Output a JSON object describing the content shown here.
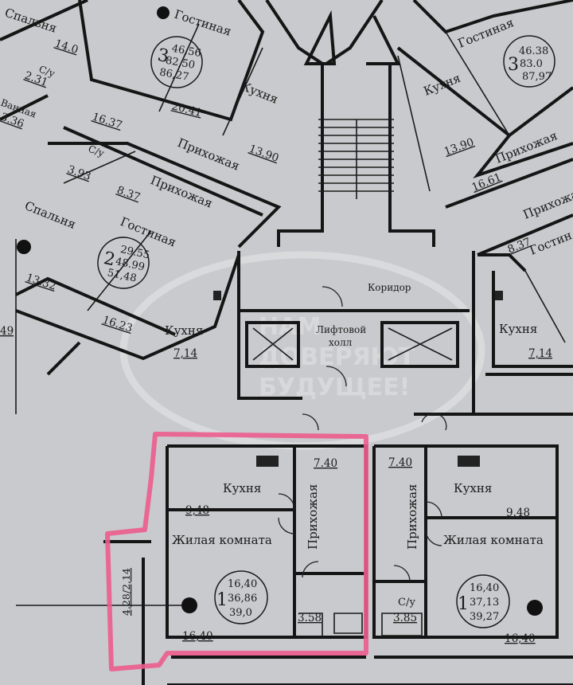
{
  "watermark": {
    "lines": [
      "НАМ",
      "ДОВЕРЯЮТ",
      "БУДУЩЕЕ!"
    ]
  },
  "colors": {
    "background": "#c9cacd",
    "walls": "#151515",
    "highlight": "#ec5c8d"
  },
  "common": {
    "corridor": "Коридор",
    "lift_hall_1": "Лифтовой",
    "lift_hall_2": "холл"
  },
  "apt_top_left_3": {
    "rooms": "3",
    "living": "46,56",
    "total": "82,50",
    "total_with_balcony": "86,27",
    "bedroom": "Спальня",
    "bedroom_area": "14.0",
    "wc": "С/у",
    "wc_area": "2.31",
    "bath": "Ванная",
    "bath_area": "3.36",
    "living_room": "Гостиная",
    "living_room_area": "20.41",
    "kitchen": "Кухня",
    "kitchen_area": "13.90",
    "hall": "Прихожая",
    "hall_area": "16.37"
  },
  "apt_top_right_3": {
    "rooms": "3",
    "living": "46.38",
    "total": "83.0",
    "total_with_balcony": "87,97",
    "living_room": "Гостиная",
    "kitchen": "Кухня",
    "kitchen_area": "13.90",
    "hall": "Прихожая",
    "hall_area": "16.61"
  },
  "apt_left_2": {
    "rooms": "2",
    "living": "29.55",
    "total": "48.99",
    "total_with_balcony": "51,48",
    "wc": "С/у",
    "wc_area": "3.93",
    "hall": "Прихожая",
    "hall_area": "8.37",
    "living_room": "Гостиная",
    "living_room_area": "16.23",
    "bedroom": "Спальня",
    "bedroom_area": "13.32",
    "kitchen": "Кухня",
    "kitchen_area": "7,14",
    "partial_area": "49"
  },
  "apt_right_2": {
    "hall": "Прихожая",
    "hall_area": "8.37",
    "living_room": "Гостин",
    "kitchen": "Кухня",
    "kitchen_area": "7,14"
  },
  "apt_bottom_left_1": {
    "rooms": "1",
    "living": "16,40",
    "total": "36,86",
    "total_with_balcony": "39,0",
    "kitchen": "Кухня",
    "kitchen_area": "9,48",
    "living_room": "Жилая комната",
    "living_room_area": "16,40",
    "hall": "Прихожая",
    "hall_area": "7.40",
    "wc_area": "3.58",
    "balcony_area": "4,28/2,14"
  },
  "apt_bottom_right_1": {
    "rooms": "1",
    "living": "16,40",
    "total": "37,13",
    "total_with_balcony": "39,27",
    "kitchen": "Кухня",
    "kitchen_area": "9.48",
    "living_room": "Жилая комната",
    "living_room_area": "16,40",
    "hall": "Прихожая",
    "hall_area": "7.40",
    "wc": "С/у",
    "wc_area": "3.85"
  }
}
